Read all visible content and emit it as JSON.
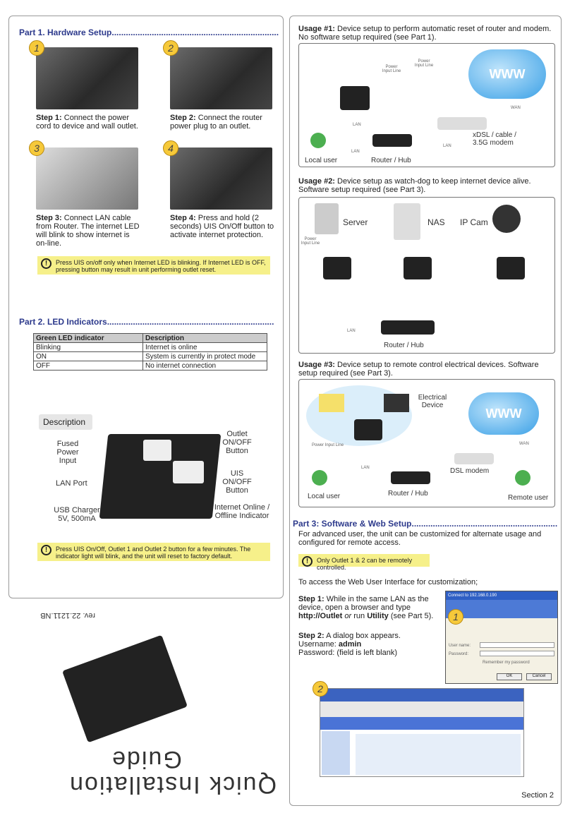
{
  "part1": {
    "title": "Part 1. Hardware Setup",
    "steps": [
      {
        "num": "1",
        "label": "Step 1:",
        "text": "Connect the power cord to device and wall outlet."
      },
      {
        "num": "2",
        "label": "Step 2:",
        "text": "Connect the router power plug to an outlet."
      },
      {
        "num": "3",
        "label": "Step 3:",
        "text": "Connect LAN cable from Router. The internet LED will blink to show internet is on-line."
      },
      {
        "num": "4",
        "label": "Step 4:",
        "text": "Press and hold (2 seconds) UIS On/Off button to activate internet protection."
      }
    ],
    "note": "Press UIS on/off only when Internet LED is blinking. If Internet LED is OFF, pressing button may result in unit performing outlet reset."
  },
  "part2": {
    "title": "Part 2. LED Indicators",
    "headers": [
      "Green LED indicator",
      "Description"
    ],
    "rows": [
      [
        "Blinking",
        "Internet is online"
      ],
      [
        "ON",
        "System is currently in protect mode"
      ],
      [
        "OFF",
        "No internet connection"
      ]
    ],
    "description_tab": "Description",
    "callouts": {
      "fused": "Fused Power Input",
      "lan": "LAN Port",
      "usb": "USB Charger 5V, 500mA",
      "outlet": "Outlet ON/OFF Button",
      "uis": "UIS ON/OFF Button",
      "internet": "Internet Online / Offline Indicator"
    },
    "note": "Press UIS On/Off, Outlet 1 and Outlet 2 button for a few minutes. The indicator light will blink, and the unit will reset to factory default."
  },
  "cover": {
    "rev": "rev. 22.1211.NB",
    "title1": "Quick Installation",
    "title2": "Guide"
  },
  "usage1": {
    "label": "Usage #1:",
    "text": "Device setup to perform automatic reset of router and modem.  No software setup required (see Part 1).",
    "labels": {
      "power1": "Power Input Line",
      "power2": "Power Input Line",
      "www": "WWW",
      "wan": "WAN",
      "lan1": "LAN",
      "lan2": "LAN",
      "lan3": "LAN",
      "local": "Local user",
      "router": "Router / Hub",
      "modem": "xDSL / cable / 3.5G modem"
    }
  },
  "usage2": {
    "label": "Usage #2:",
    "text": "Device setup as watch-dog to keep internet device alive. Software setup required (see Part 3).",
    "labels": {
      "server": "Server",
      "nas": "NAS",
      "ipcam": "IP Cam",
      "power": "Power Input Line",
      "lan": "LAN",
      "router": "Router / Hub"
    }
  },
  "usage3": {
    "label": "Usage #3:",
    "text": "Device setup to remote control electrical devices. Software setup required (see Part 3).",
    "labels": {
      "electrical": "Electrical Device",
      "power": "Power Input Line",
      "www": "WWW",
      "wan": "WAN",
      "lan": "LAN",
      "dsl": "DSL modem",
      "local": "Local user",
      "router": "Router / Hub",
      "remote": "Remote user"
    }
  },
  "part3": {
    "title": "Part 3:  Software & Web Setup",
    "intro": "For advanced user, the unit can be customized for alternate usage and configured for remote access.",
    "note": "Only Outlet 1 & 2 can be remotely controlled.",
    "access": "To access the Web User Interface for customization;",
    "step1_label": "Step 1:",
    "step1_a": "While in the same LAN as the device, open a browser and type ",
    "step1_b": "http://Outlet",
    "step1_c": " or ",
    "step1_d": " run ",
    "step1_e": "Utility",
    "step1_f": " (see Part 5).",
    "step2_label": "Step 2:",
    "step2_text": "A dialog box appears.",
    "username_label": "Username: ",
    "username": "admin",
    "password": "Password: (field is left blank)",
    "dialog": {
      "title": "Connect to 192.168.0.190",
      "ok": "OK",
      "cancel": "Cancel",
      "user": "User name:",
      "pass": "Password:",
      "remember": "Remember my password"
    },
    "badge1": "1",
    "badge2": "2"
  },
  "footer": {
    "section": "Section 2"
  }
}
